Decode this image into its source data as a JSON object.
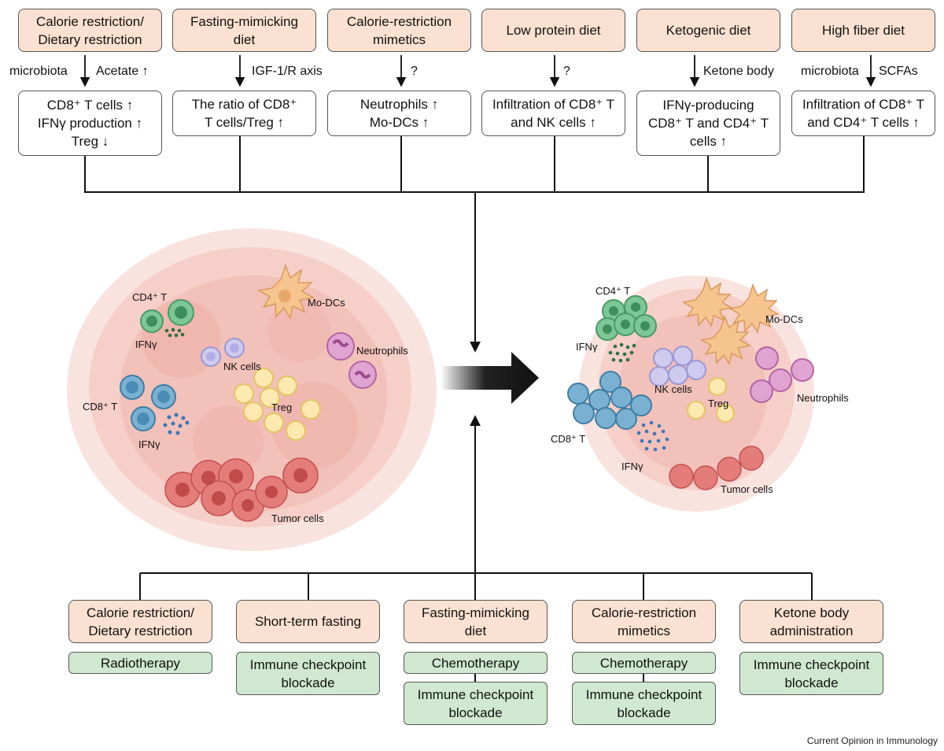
{
  "top": {
    "diets": [
      "Calorie restriction/\nDietary restriction",
      "Fasting-mimicking\ndiet",
      "Calorie-restriction\nmimetics",
      "Low protein diet",
      "Ketogenic diet",
      "High fiber diet"
    ],
    "mechanisms": [
      {
        "left": "microbiota",
        "right": "Acetate ↑"
      },
      {
        "left": "",
        "right": "IGF-1/R axis"
      },
      {
        "left": "",
        "right": "?"
      },
      {
        "left": "",
        "right": "?"
      },
      {
        "left": "",
        "right": "Ketone body"
      },
      {
        "left": "microbiota",
        "right": "SCFAs"
      }
    ],
    "effects": [
      "CD8⁺ T cells ↑\nIFNγ production ↑\nTreg ↓",
      "The ratio of CD8⁺\nT cells/Treg ↑",
      "Neutrophils ↑\nMo-DCs ↑",
      "Infiltration of CD8⁺ T\nand NK cells ↑",
      "IFNγ-producing\nCD8⁺ T and CD4⁺ T\ncells ↑",
      "Infiltration of CD8⁺ T\nand CD4⁺ T cells ↑"
    ]
  },
  "tumor_left": {
    "labels": {
      "cd4": "CD4⁺ T",
      "ifng1": "IFNγ",
      "modcs": "Mo-DCs",
      "neutrophils": "Neutrophils",
      "nk": "NK cells",
      "cd8": "CD8⁺ T",
      "treg": "Treg",
      "ifng2": "IFNγ",
      "tumor": "Tumor cells"
    }
  },
  "tumor_right": {
    "labels": {
      "cd4": "CD4⁺ T",
      "modcs": "Mo-DCs",
      "ifng1": "IFNγ",
      "nk": "NK cells",
      "treg": "Treg",
      "neutrophils": "Neutrophils",
      "cd8": "CD8⁺ T",
      "ifng2": "IFNγ",
      "tumor": "Tumor cells"
    }
  },
  "bottom": {
    "interventions": [
      "Calorie restriction/\nDietary restriction",
      "Short-term fasting",
      "Fasting-mimicking\ndiet",
      "Calorie-restriction\nmimetics",
      "Ketone body\nadministration"
    ],
    "therapies": [
      [
        "Radiotherapy"
      ],
      [
        "Immune checkpoint\nblockade"
      ],
      [
        "Chemotherapy",
        "Immune checkpoint\nblockade"
      ],
      [
        "Chemotherapy",
        "Immune checkpoint\nblockade"
      ],
      [
        "Immune checkpoint\nblockade"
      ]
    ]
  },
  "colors": {
    "peach": "#fbe1d1",
    "green": "#cfe8cf",
    "cd4": "#6fbf8a",
    "cd8": "#6aa5c8",
    "nk": "#c8c4ec",
    "treg": "#f8e29c",
    "modc": "#f6c48e",
    "neutrophil": "#d88fc6",
    "tumor": "#e07a78"
  },
  "credit": "Current Opinion in Immunology"
}
